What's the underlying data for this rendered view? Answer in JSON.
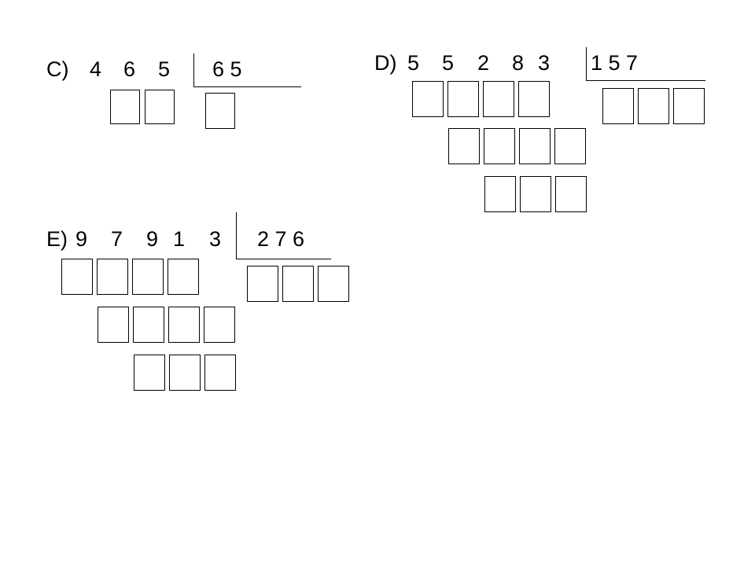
{
  "problems": {
    "c": {
      "label": "C)",
      "dividend": [
        "4",
        "6",
        "5"
      ],
      "divisor": "6 5"
    },
    "d": {
      "label": "D)",
      "dividend": [
        "5",
        "5",
        "2",
        "8",
        "3"
      ],
      "divisor": "1 5 7"
    },
    "e": {
      "label": "E)",
      "dividend": [
        "9",
        "7",
        "9",
        "1",
        "3"
      ],
      "divisor": "2 7 6"
    }
  }
}
